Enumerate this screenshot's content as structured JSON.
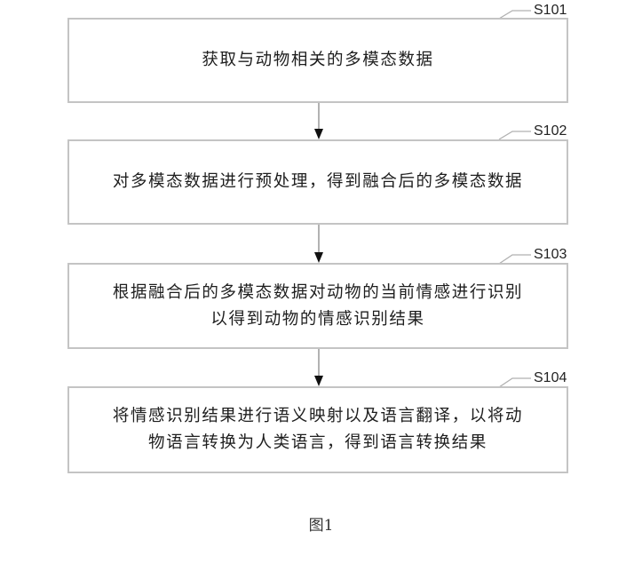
{
  "steps": [
    {
      "id": "S101",
      "text": "获取与动物相关的多模态数据"
    },
    {
      "id": "S102",
      "text": "对多模态数据进行预处理，得到融合后的多模态数据"
    },
    {
      "id": "S103",
      "text": "根据融合后的多模态数据对动物的当前情感进行识别\n以得到动物的情感识别结果"
    },
    {
      "id": "S104",
      "text": "将情感识别结果进行语义映射以及语言翻译，以将动\n物语言转换为人类语言，得到语言转换结果"
    }
  ],
  "caption": "图1",
  "colors": {
    "border": "#c4c4c4",
    "arrow": "#111111",
    "leader": "#b0b0b0"
  }
}
